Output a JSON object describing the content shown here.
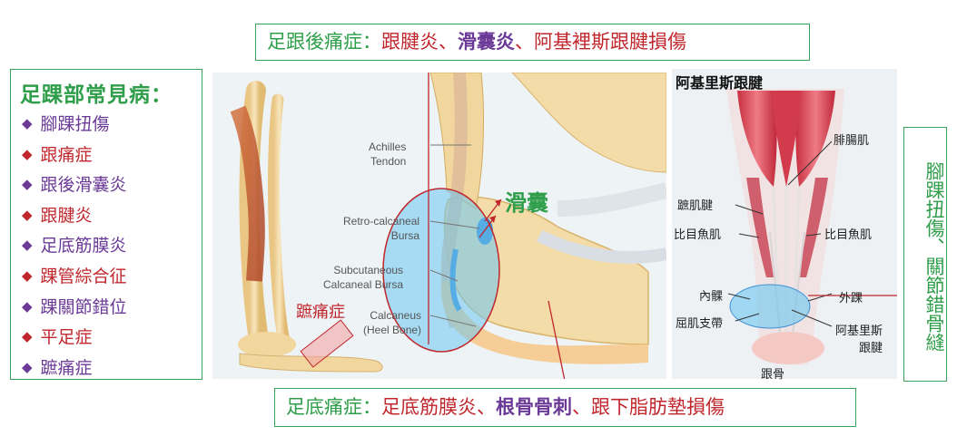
{
  "left_panel": {
    "title": "足踝部常見病：",
    "bullet_glyph": "◆",
    "items": [
      {
        "label": "腳踝扭傷",
        "color": "#6b3a97"
      },
      {
        "label": "跟痛症",
        "color": "#c0272d"
      },
      {
        "label": "跟後滑囊炎",
        "color": "#6b3a97"
      },
      {
        "label": "跟腱炎",
        "color": "#c0272d"
      },
      {
        "label": "足底筋膜炎",
        "color": "#6b3a97"
      },
      {
        "label": "踝管綜合征",
        "color": "#c0272d"
      },
      {
        "label": "踝關節錯位",
        "color": "#6b3a97"
      },
      {
        "label": "平足症",
        "color": "#c0272d"
      },
      {
        "label": "蹠痛症",
        "color": "#6b3a97"
      }
    ]
  },
  "top_label": {
    "prefix": "足跟後痛症：",
    "part1": "跟腱炎、",
    "part2": "滑囊炎",
    "part3": "、阿基裡斯跟腱損傷"
  },
  "bottom_label": {
    "prefix": "足底痛症：",
    "part1": "足底筋膜炎、",
    "part2": "根骨骨刺",
    "part3": "、跟下脂肪墊損傷"
  },
  "right_label": "腳踝扭傷、關節錯骨縫",
  "illustration": {
    "achilles_en": [
      "Achilles",
      "Tendon"
    ],
    "retro_en": [
      "Retro-calcaneal",
      "Bursa"
    ],
    "subcut_en": [
      "Subcutaneous",
      "Calcaneal Bursa"
    ],
    "calcaneus_en": [
      "Calcaneus",
      "(Heel Bone)"
    ],
    "bursa_zh": "滑囊",
    "metatarsalgia_zh": "蹠痛症"
  },
  "right_panel": {
    "title": "阿基里斯跟腱",
    "gastrocnemius": "腓腸肌",
    "plantaris": "蹠肌腱",
    "soleus_left": "比目魚肌",
    "soleus_right": "比目魚肌",
    "medial_malleolus": "內髁",
    "lateral_malleolus": "外踝",
    "flexor_retinaculum": "屈肌支帶",
    "achilles_1": "阿基里斯",
    "achilles_2": "跟腱",
    "calcaneus": "跟骨"
  },
  "colors": {
    "green": "#2f9e4a",
    "red": "#c0272d",
    "purple": "#6b3a97",
    "highlight_blue": "#6cc6f0",
    "bone": "#f3d9a4",
    "muscle": "#d8394a"
  }
}
